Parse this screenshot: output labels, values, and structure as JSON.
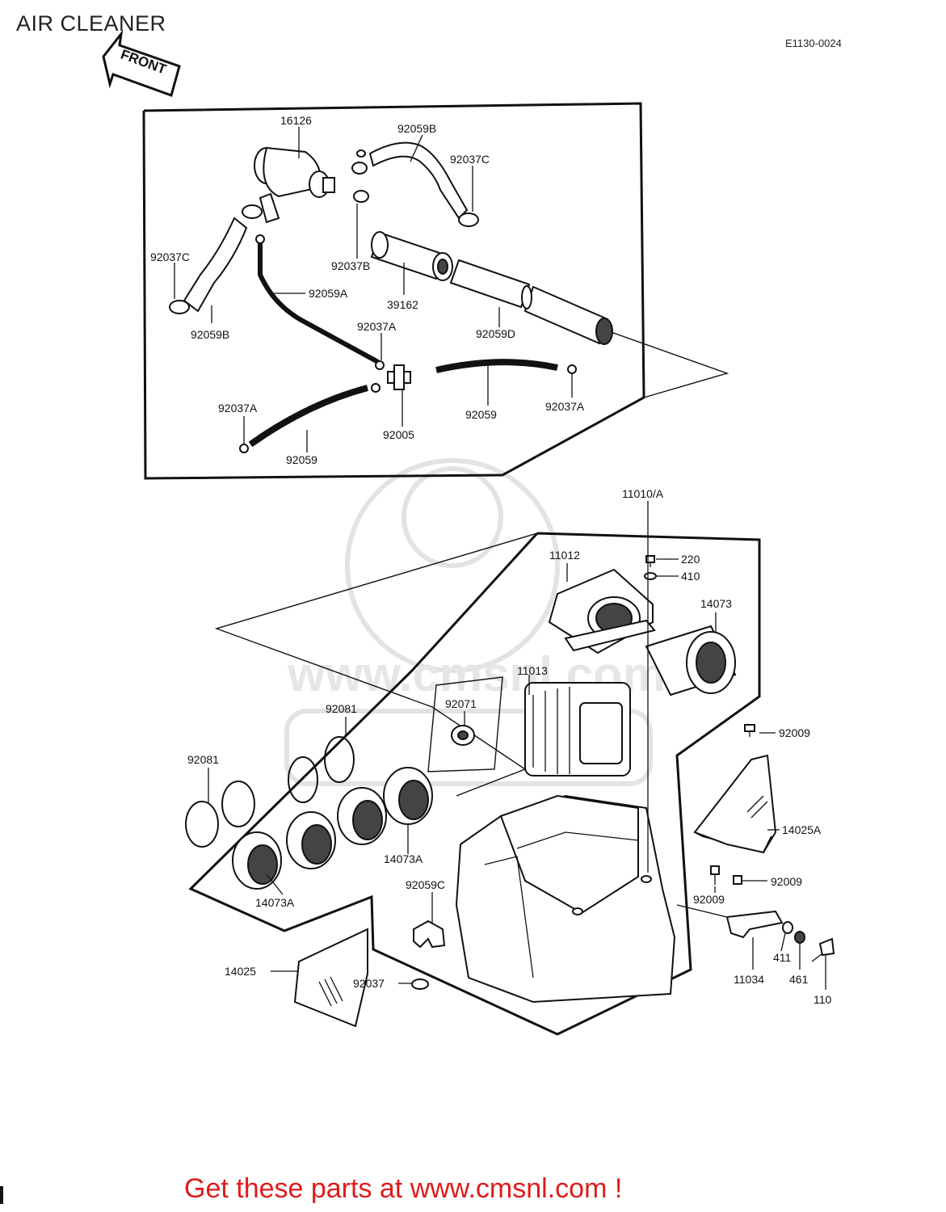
{
  "title": "AIR CLEANER",
  "diagram_code": "E1130-0024",
  "front_label": "FRONT",
  "footer_text": "Get these parts at www.cmsnl.com !",
  "watermark_text": "www.cmsnl.com",
  "colors": {
    "footer": "#e01b1b",
    "lines": "#111111",
    "watermark": "#e3e3e3"
  },
  "labels": {
    "p16126": "16126",
    "p92059B_top": "92059B",
    "p92037C_top": "92037C",
    "p92037C_left": "92037C",
    "p92037B": "92037B",
    "p92059A": "92059A",
    "p39162": "39162",
    "p92059B_left": "92059B",
    "p92037A_mid": "92037A",
    "p92059D": "92059D",
    "p92037A_left": "92037A",
    "p92059_right": "92059",
    "p92037A_right": "92037A",
    "p92005": "92005",
    "p92059_left": "92059",
    "p11010A": "11010/A",
    "p11012": "11012",
    "p220": "220",
    "p410": "410",
    "p14073": "14073",
    "p11013": "11013",
    "p92071": "92071",
    "p92081_top": "92081",
    "p92081_left": "92081",
    "p92009_top": "92009",
    "p14025A": "14025A",
    "p14073A_right": "14073A",
    "p14073A_left": "14073A",
    "p92059C": "92059C",
    "p92009_r": "92009",
    "p92009_l": "92009",
    "p14025": "14025",
    "p92037": "92037",
    "p11034": "11034",
    "p411": "411",
    "p461": "461",
    "p110": "110"
  }
}
